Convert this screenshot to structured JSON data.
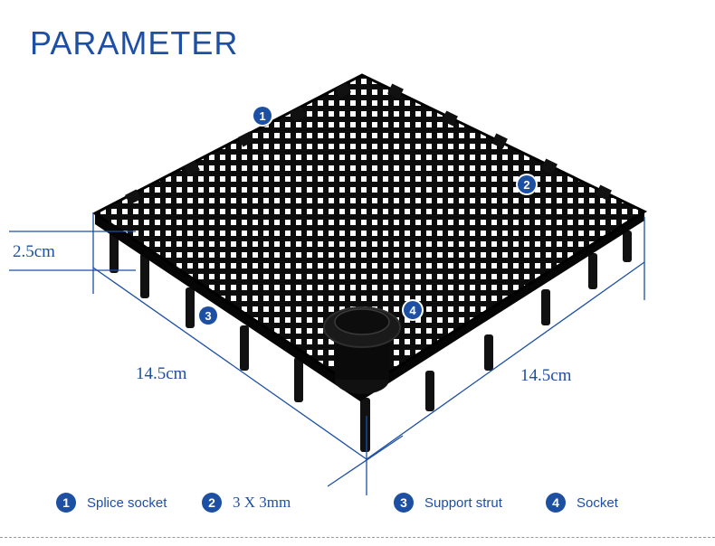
{
  "title": "PARAMETER",
  "dimensions": {
    "height": "2.5cm",
    "width_left": "14.5cm",
    "width_right": "14.5cm"
  },
  "badges": [
    "1",
    "2",
    "3",
    "4"
  ],
  "legend": [
    {
      "num": "1",
      "label": "Splice socket"
    },
    {
      "num": "2",
      "label": "3 X 3mm"
    },
    {
      "num": "3",
      "label": "Support strut"
    },
    {
      "num": "4",
      "label": "Socket"
    }
  ],
  "colors": {
    "accent": "#1d4fa3",
    "product": "#0d0d0d"
  }
}
